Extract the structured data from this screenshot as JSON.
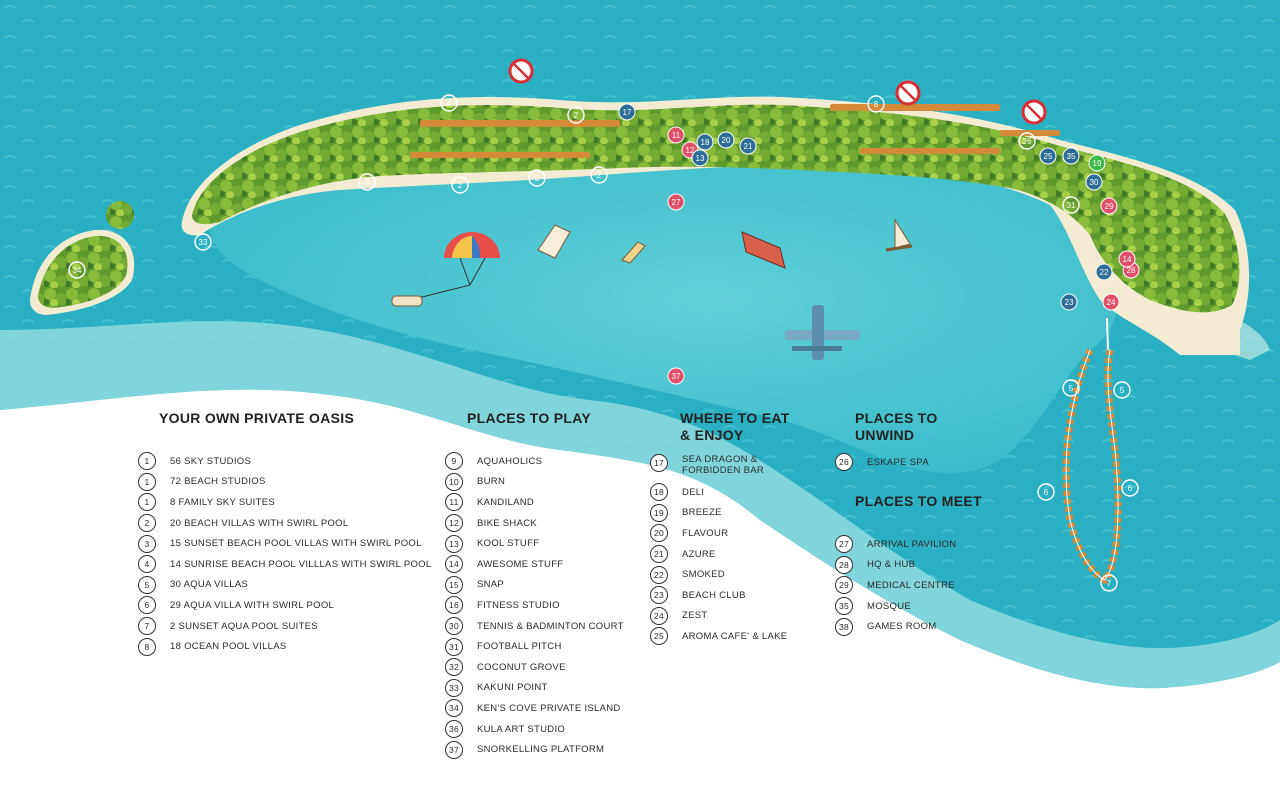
{
  "map": {
    "colors": {
      "deep_sea": "#2fb0c4",
      "lagoon": "#4fc7d3",
      "shallow": "#8fdbe0",
      "sand": "#f3ead0",
      "vegetation": "#5f9a2c",
      "foliage_light": "#9ccb45",
      "villa": "#d58a3a",
      "marker_red": "#e0506a",
      "marker_blue": "#2e6d95",
      "marker_green": "#3dbb4a"
    },
    "markers": [
      {
        "num": "4"
      },
      {
        "num": "17"
      },
      {
        "num": "2"
      },
      {
        "num": "8"
      },
      {
        "num": "3"
      },
      {
        "num": "3"
      },
      {
        "num": "2"
      },
      {
        "num": "2"
      },
      {
        "num": "33"
      },
      {
        "num": "34"
      },
      {
        "num": "27"
      },
      {
        "num": "37"
      },
      {
        "num": "5"
      },
      {
        "num": "5"
      },
      {
        "num": "6"
      },
      {
        "num": "6"
      },
      {
        "num": "7"
      },
      {
        "num": "23"
      },
      {
        "num": "24"
      },
      {
        "num": "22"
      },
      {
        "num": "29"
      },
      {
        "num": "28"
      },
      {
        "num": "14"
      },
      {
        "num": "18"
      },
      {
        "num": "20"
      },
      {
        "num": "21"
      },
      {
        "num": "31"
      },
      {
        "num": "30"
      },
      {
        "num": "26"
      },
      {
        "num": "25"
      },
      {
        "num": "35"
      },
      {
        "num": "19"
      },
      {
        "num": "11"
      },
      {
        "num": "12"
      },
      {
        "num": "13"
      }
    ],
    "no_swimming_icons": [
      "no-swimming",
      "no-swimming",
      "no-swimming"
    ]
  },
  "legend": {
    "oasis": {
      "title": "YOUR OWN PRIVATE OASIS",
      "items": [
        {
          "num": "1",
          "label": "56 SKY STUDIOS"
        },
        {
          "num": "1",
          "label": "72 BEACH STUDIOS"
        },
        {
          "num": "1",
          "label": "8 FAMILY SKY SUITES"
        },
        {
          "num": "2",
          "label": "20 BEACH VILLAS with  SWIRL POOL"
        },
        {
          "num": "3",
          "label": "15 SUNSET BEACH POOL VILLAS with SWIRL POOL"
        },
        {
          "num": "4",
          "label": "14 SUNRISE BEACH POOL VILLLAS with SWIRL POOL"
        },
        {
          "num": "5",
          "label": "30 AQUA VILLAS"
        },
        {
          "num": "6",
          "label": "29 AQUA VILLA with SWIRL POOL"
        },
        {
          "num": "7",
          "label": "2 SUNSET AQUA POOL SUITES"
        },
        {
          "num": "8",
          "label": "18 OCEAN POOL VILLAS"
        }
      ]
    },
    "play": {
      "title": "PLACES TO PLAY",
      "items": [
        {
          "num": "9",
          "label": "AQUAHOLICS"
        },
        {
          "num": "10",
          "label": "BURN"
        },
        {
          "num": "11",
          "label": "KANDILAND"
        },
        {
          "num": "12",
          "label": "BIKE SHACK"
        },
        {
          "num": "13",
          "label": "KOOL STUFF"
        },
        {
          "num": "14",
          "label": "AWESOME STUFF"
        },
        {
          "num": "15",
          "label": "SNAP"
        },
        {
          "num": "16",
          "label": "FITNESS STUDIO"
        },
        {
          "num": "30",
          "label": "TENNIS & BADMINTON COURT"
        },
        {
          "num": "31",
          "label": "FOOTBALL PITCH"
        },
        {
          "num": "32",
          "label": "COCONUT GROVE"
        },
        {
          "num": "33",
          "label": "KAKUNI POINT"
        },
        {
          "num": "34",
          "label": "KEN'S COVE PRIVATE ISLAND"
        },
        {
          "num": "36",
          "label": "KULA ART STUDIO"
        },
        {
          "num": "37",
          "label": "SNORKELLING PLATFORM"
        }
      ]
    },
    "eat": {
      "title_line1": "WHERE TO EAT",
      "title_line2": "& ENJOY",
      "items": [
        {
          "num": "17",
          "label_line1": "SEA DRAGON &",
          "label_line2": "FORBIDDEN BAR"
        },
        {
          "num": "18",
          "label": "DELI"
        },
        {
          "num": "19",
          "label": "BREEZE"
        },
        {
          "num": "20",
          "label": "FLAVOUR"
        },
        {
          "num": "21",
          "label": "AZURE"
        },
        {
          "num": "22",
          "label": "SMOKED"
        },
        {
          "num": "23",
          "label": "BEACH CLUB"
        },
        {
          "num": "24",
          "label": "ZEST"
        },
        {
          "num": "25",
          "label": "AROMA CAFE' & LAKE"
        }
      ]
    },
    "unwind": {
      "title_line1": "PLACES TO",
      "title_line2": "UNWIND",
      "items": [
        {
          "num": "26",
          "label": "ESKAPE SPA"
        }
      ]
    },
    "meet": {
      "title": "PLACES TO MEET",
      "items": [
        {
          "num": "27",
          "label": "ARRIVAL PAVILION"
        },
        {
          "num": "28",
          "label": "HQ & HUB"
        },
        {
          "num": "29",
          "label": "MEDICAL CENTRE"
        },
        {
          "num": "35",
          "label": "MOSQUE"
        },
        {
          "num": "38",
          "label": "GAMES ROOM"
        }
      ]
    }
  }
}
